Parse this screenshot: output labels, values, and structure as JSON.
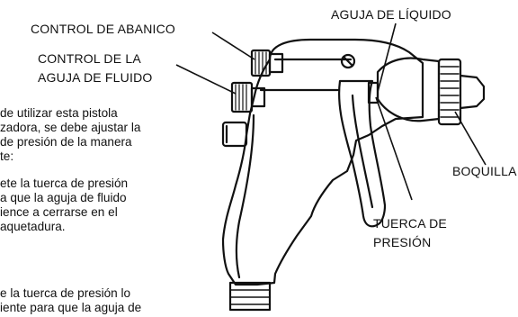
{
  "labels": {
    "control_abanico": "CONTROL DE ABANICO",
    "control_aguja_line1": "CONTROL  DE LA",
    "control_aguja_line2": "AGUJA DE FLUIDO",
    "aguja_liquido": "AGUJA DE LÍQUIDO",
    "boquilla": "BOQUILLA",
    "tuerca_line1": "TUERCA DE",
    "tuerca_line2": "PRESIÓN"
  },
  "instructions": {
    "para1": [
      "de  utilizar  esta  pistola",
      "zadora, se debe ajustar la",
      "de presión de la manera",
      "te:"
    ],
    "para2": [
      "ete  la  tuerca  de  presión",
      "a que la aguja de fluido",
      "ience  a  cerrarse  en  el",
      "aquetadura."
    ],
    "para3": [
      "e la tuerca de presión lo",
      "iente para que la aguja de"
    ]
  }
}
